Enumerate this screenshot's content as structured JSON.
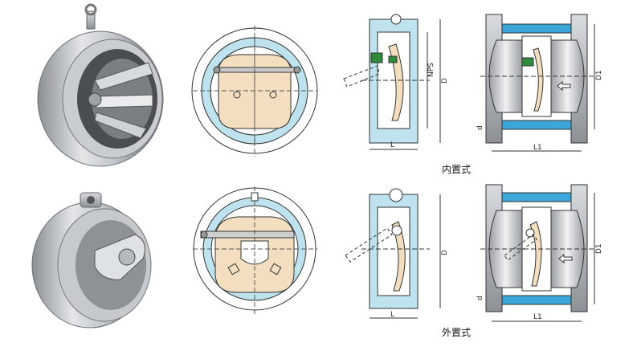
{
  "captions": {
    "internal": "内置式",
    "external": "外置式"
  },
  "dimensions": {
    "nps": "NPS",
    "d_upper": "D",
    "d_lower": "D",
    "l_upper": "L",
    "l_lower": "L",
    "d1_upper": "D1",
    "d1_lower": "D1",
    "l1_upper": "L1",
    "l1_lower": "L1",
    "small_d_upper": "d",
    "small_d_lower": "d"
  },
  "colors": {
    "seat": "#bfe3ee",
    "disc": "#f3dfc0",
    "bolt": "#3aa7d8",
    "metal": "#b8bcc0",
    "line": "#333333",
    "green": "#2e8b3c"
  }
}
